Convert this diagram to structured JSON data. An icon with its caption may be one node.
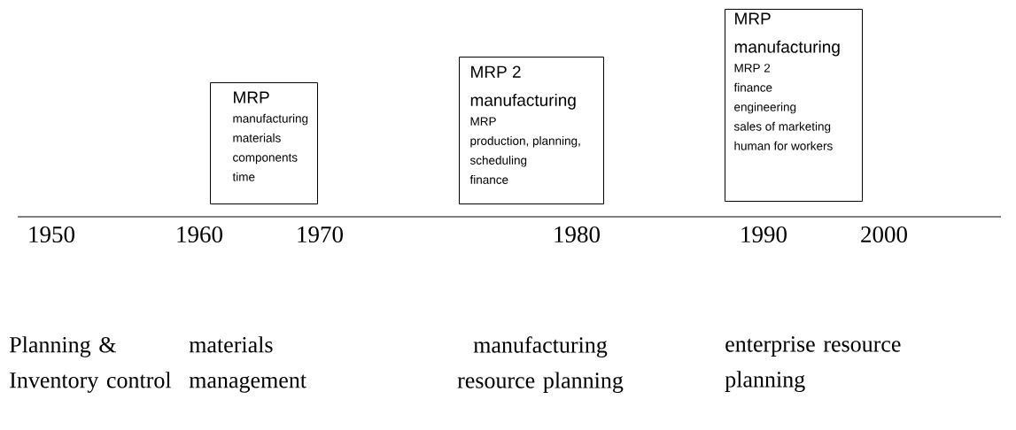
{
  "diagram": {
    "nodes": [
      {
        "text": [
          "MRP",
          "manufacturing",
          "materials",
          "components",
          "time"
        ]
      },
      {
        "text": [
          "MRP 2 manufacturing",
          "MRP",
          "production, planning, scheduling",
          "finance"
        ]
      },
      {
        "text": [
          "MRP manufacturing",
          "MRP 2",
          "finance",
          "engineering",
          "sales of marketing",
          "human for workers"
        ]
      }
    ],
    "labels": [
      "1950",
      "1960",
      "1970",
      "1980",
      "1990",
      "2000",
      "Planning & Inventory control",
      "materials management",
      "manufacturing resource planning",
      "enterprise resource planning"
    ]
  }
}
